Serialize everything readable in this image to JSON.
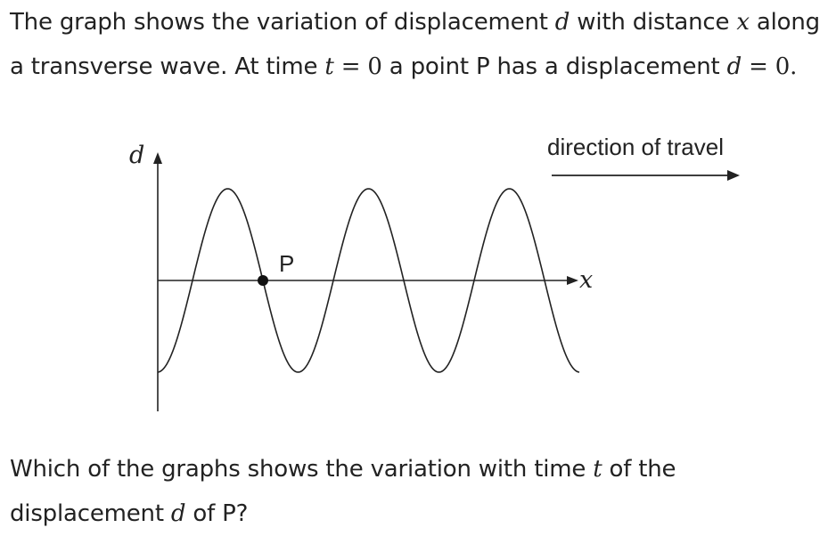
{
  "intro": {
    "t1": "The graph shows the variation of displacement ",
    "v_d": "d",
    "t2": " with distance ",
    "v_x": "x",
    "t3": " along",
    "t4": "a transverse wave. At time ",
    "v_t": "t",
    "eq1": " = 0",
    "t5": " a point P has a displacement ",
    "v_d2": "d",
    "eq2": " = 0."
  },
  "figure": {
    "y_axis_label": "d",
    "x_axis_label": "x",
    "point_label": "P",
    "direction_label": "direction of travel"
  },
  "question": {
    "t1": "Which of the graphs shows the variation with time ",
    "v_t": "t",
    "t2": " of the",
    "t3": "displacement ",
    "v_d": "d",
    "t4": " of P?"
  }
}
